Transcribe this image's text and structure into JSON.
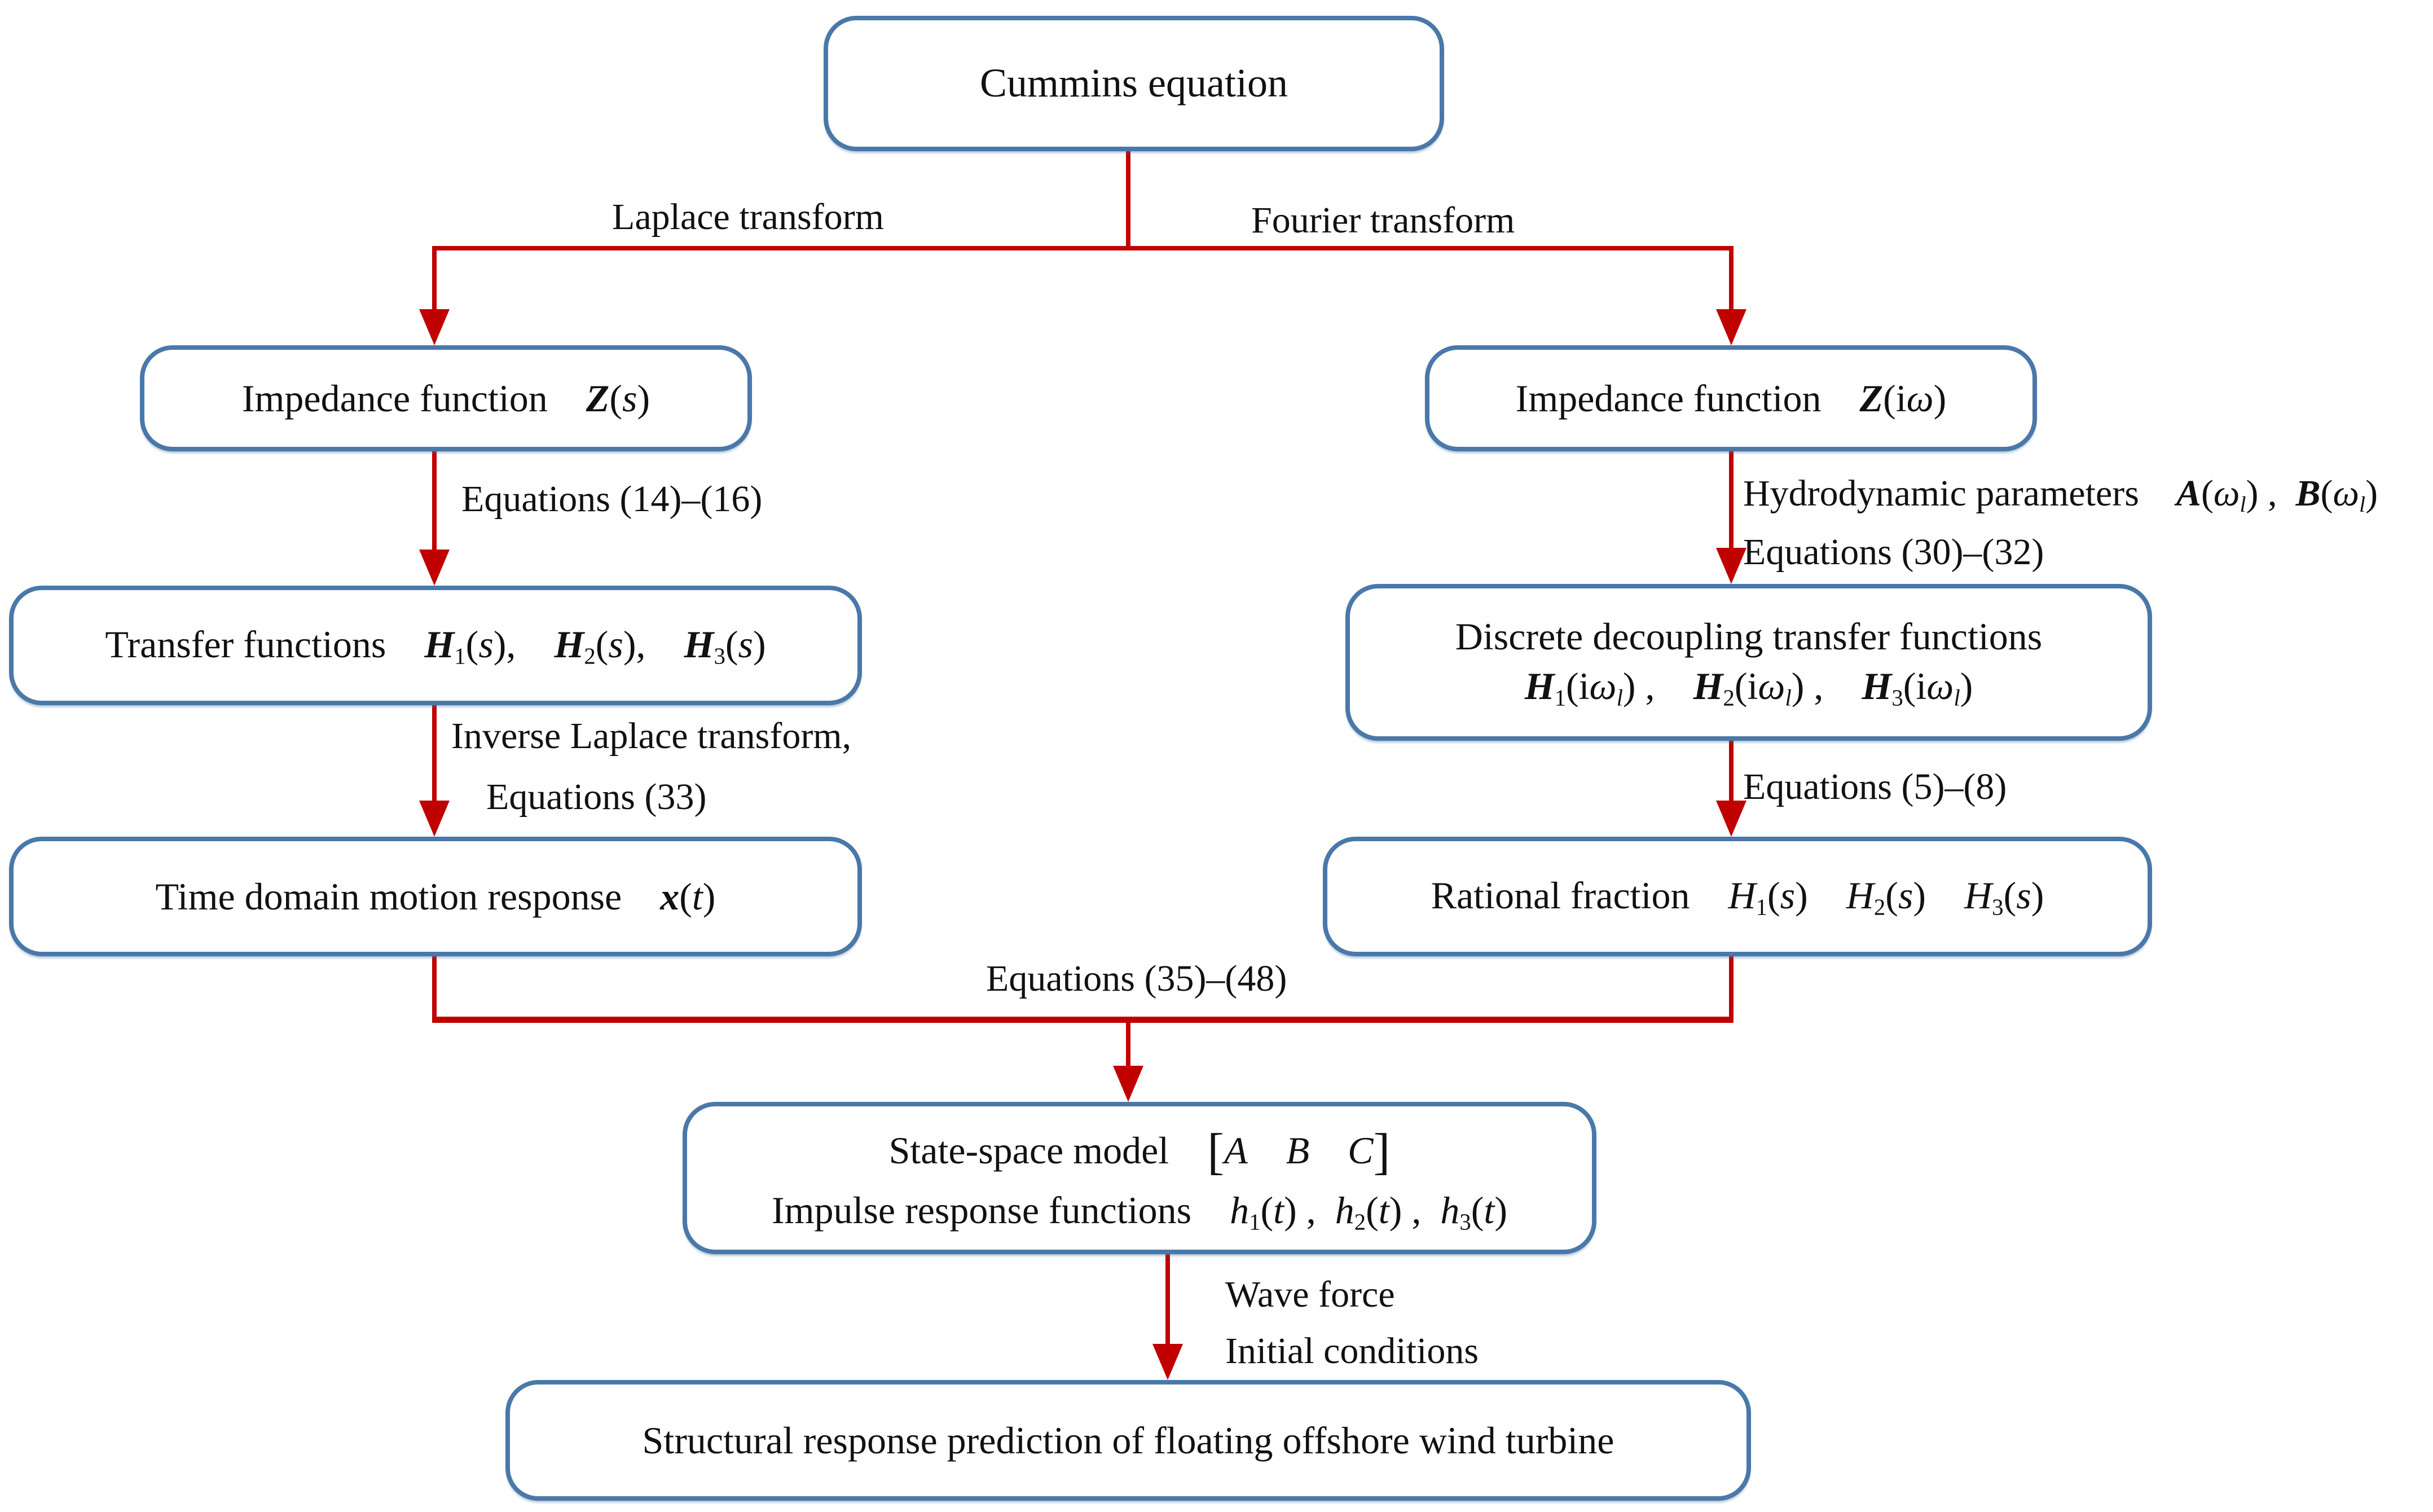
{
  "palette": {
    "box_border": "#4a78a8",
    "arrow": "#c00000",
    "text": "#111111",
    "bg": "#ffffff"
  },
  "nodes": {
    "cummins": {
      "line1": [
        {
          "t": "Cummins equation"
        }
      ]
    },
    "impedance_laplace": {
      "line1": [
        {
          "t": "Impedance function  "
        },
        {
          "t": "Z",
          "s": "bi"
        },
        {
          "t": "("
        },
        {
          "t": "s",
          "s": "i"
        },
        {
          "t": ")"
        }
      ]
    },
    "impedance_fourier": {
      "line1": [
        {
          "t": "Impedance function  "
        },
        {
          "t": "Z",
          "s": "bi"
        },
        {
          "t": "(i"
        },
        {
          "t": "ω",
          "s": "i"
        },
        {
          "t": ")"
        }
      ]
    },
    "transfer_functions": {
      "line1": [
        {
          "t": "Transfer functions  "
        },
        {
          "t": "H",
          "s": "bi"
        },
        {
          "t": "1",
          "s": "sub"
        },
        {
          "t": "("
        },
        {
          "t": "s",
          "s": "i"
        },
        {
          "t": "),  "
        },
        {
          "t": "H",
          "s": "bi"
        },
        {
          "t": "2",
          "s": "sub"
        },
        {
          "t": "("
        },
        {
          "t": "s",
          "s": "i"
        },
        {
          "t": "),  "
        },
        {
          "t": "H",
          "s": "bi"
        },
        {
          "t": "3",
          "s": "sub"
        },
        {
          "t": "("
        },
        {
          "t": "s",
          "s": "i"
        },
        {
          "t": ")"
        }
      ]
    },
    "discrete_decoupling": {
      "line1": [
        {
          "t": "Discrete decoupling transfer functions"
        }
      ],
      "line2": [
        {
          "t": "H",
          "s": "bi"
        },
        {
          "t": "1",
          "s": "sub"
        },
        {
          "t": "(i"
        },
        {
          "t": "ω",
          "s": "i"
        },
        {
          "t": "l",
          "s": "isub"
        },
        {
          "t": ") ,  "
        },
        {
          "t": "H",
          "s": "bi"
        },
        {
          "t": "2",
          "s": "sub"
        },
        {
          "t": "(i"
        },
        {
          "t": "ω",
          "s": "i"
        },
        {
          "t": "l",
          "s": "isub"
        },
        {
          "t": ") ,  "
        },
        {
          "t": "H",
          "s": "bi"
        },
        {
          "t": "3",
          "s": "sub"
        },
        {
          "t": "(i"
        },
        {
          "t": "ω",
          "s": "i"
        },
        {
          "t": "l",
          "s": "isub"
        },
        {
          "t": ")"
        }
      ]
    },
    "time_domain": {
      "line1": [
        {
          "t": "Time domain motion response  "
        },
        {
          "t": "x",
          "s": "bi"
        },
        {
          "t": "("
        },
        {
          "t": "t",
          "s": "i"
        },
        {
          "t": ")"
        }
      ]
    },
    "rational_fraction": {
      "line1": [
        {
          "t": "Rational fraction  "
        },
        {
          "t": "H",
          "s": "i"
        },
        {
          "t": "1",
          "s": "sub"
        },
        {
          "t": "("
        },
        {
          "t": "s",
          "s": "i"
        },
        {
          "t": ")  "
        },
        {
          "t": "H",
          "s": "i"
        },
        {
          "t": "2",
          "s": "sub"
        },
        {
          "t": "("
        },
        {
          "t": "s",
          "s": "i"
        },
        {
          "t": ")  "
        },
        {
          "t": "H",
          "s": "i"
        },
        {
          "t": "3",
          "s": "sub"
        },
        {
          "t": "("
        },
        {
          "t": "s",
          "s": "i"
        },
        {
          "t": ")"
        }
      ]
    },
    "state_space": {
      "line1": [
        {
          "t": "State-space model  "
        },
        {
          "t": "[",
          "s": "bracket"
        },
        {
          "t": "A",
          "s": "script"
        },
        {
          "t": "  "
        },
        {
          "t": "B",
          "s": "script"
        },
        {
          "t": "  "
        },
        {
          "t": "C",
          "s": "script"
        },
        {
          "t": "]",
          "s": "bracket"
        }
      ],
      "line2": [
        {
          "t": "Impulse response functions  "
        },
        {
          "t": "h",
          "s": "i"
        },
        {
          "t": "1",
          "s": "sub"
        },
        {
          "t": "("
        },
        {
          "t": "t",
          "s": "i"
        },
        {
          "t": ") , "
        },
        {
          "t": "h",
          "s": "i"
        },
        {
          "t": "2",
          "s": "sub"
        },
        {
          "t": "("
        },
        {
          "t": "t",
          "s": "i"
        },
        {
          "t": ") , "
        },
        {
          "t": "h",
          "s": "i"
        },
        {
          "t": "3",
          "s": "sub"
        },
        {
          "t": "("
        },
        {
          "t": "t",
          "s": "i"
        },
        {
          "t": ")"
        }
      ]
    },
    "structural_response": {
      "line1": [
        {
          "t": "Structural response prediction of floating offshore wind turbine"
        }
      ]
    }
  },
  "edge_labels": {
    "laplace_transform": [
      {
        "t": "Laplace transform"
      }
    ],
    "fourier_transform": [
      {
        "t": "Fourier transform"
      }
    ],
    "equations_14_16": [
      {
        "t": "Equations (14)–(16)"
      }
    ],
    "hydrodynamic_line1": [
      {
        "t": "Hydrodynamic parameters  "
      },
      {
        "t": "A",
        "s": "bi"
      },
      {
        "t": "("
      },
      {
        "t": "ω",
        "s": "i"
      },
      {
        "t": "l",
        "s": "isub"
      },
      {
        "t": ") , "
      },
      {
        "t": "B",
        "s": "bi"
      },
      {
        "t": "("
      },
      {
        "t": "ω",
        "s": "i"
      },
      {
        "t": "l",
        "s": "isub"
      },
      {
        "t": ")"
      }
    ],
    "hydrodynamic_line2": [
      {
        "t": "Equations (30)–(32)"
      }
    ],
    "inverse_laplace_line1": [
      {
        "t": "Inverse Laplace transform,"
      }
    ],
    "inverse_laplace_line2": [
      {
        "t": "Equations (33)"
      }
    ],
    "equations_5_8": [
      {
        "t": "Equations (5)–(8)"
      }
    ],
    "equations_35_48": [
      {
        "t": "Equations (35)–(48)"
      }
    ],
    "wave_force": [
      {
        "t": "Wave force"
      }
    ],
    "initial_conditions": [
      {
        "t": "Initial conditions"
      }
    ]
  }
}
